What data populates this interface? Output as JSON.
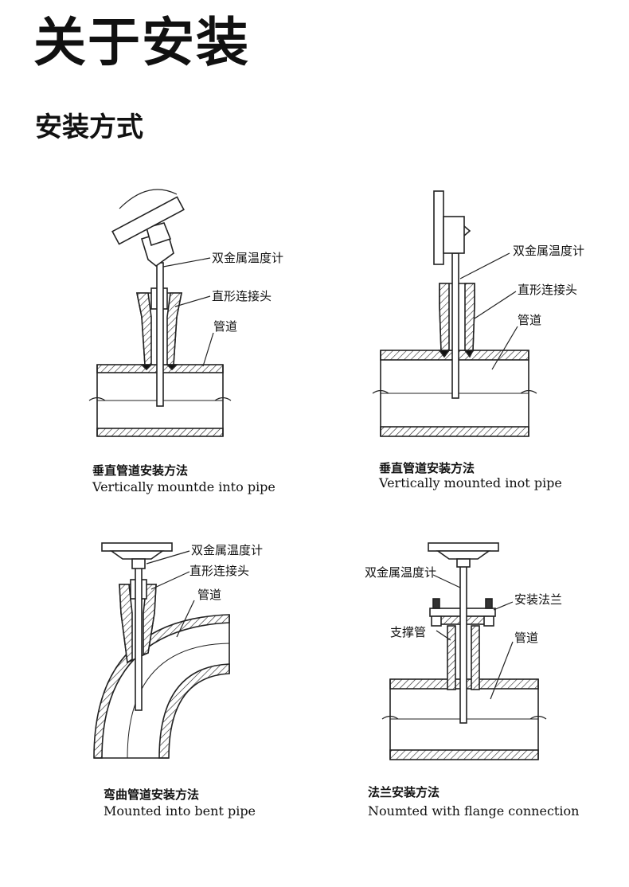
{
  "page": {
    "title": "关于安装",
    "subtitle": "安装方式"
  },
  "figures": [
    {
      "labels": [
        "双金属温度计",
        "直形连接头",
        "管道"
      ],
      "caption_cn": "垂直管道安装方法",
      "caption_en": "Vertically mountde into pipe"
    },
    {
      "labels": [
        "双金属温度计",
        "直形连接头",
        "管道"
      ],
      "caption_cn": "垂直管道安装方法",
      "caption_en": "Vertically mounted inot pipe"
    },
    {
      "labels": [
        "双金属温度计",
        "直形连接头",
        "管道"
      ],
      "caption_cn": "弯曲管道安装方法",
      "caption_en": "Mounted into bent pipe"
    },
    {
      "labels": [
        "双金属温度计",
        "安装法兰",
        "支撑管",
        "管道"
      ],
      "caption_cn": "法兰安装方法",
      "caption_en": "Noumted with flange connection"
    }
  ]
}
